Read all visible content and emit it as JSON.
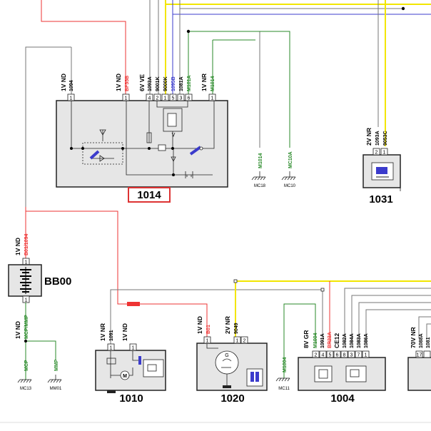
{
  "colors": {
    "red": "#ee3333",
    "yellow": "#f2e600",
    "blue": "#3b3bcc",
    "green": "#2a8a2a",
    "gray": "#777777",
    "frame": "#222222"
  },
  "components": {
    "c1014": {
      "id": "1014"
    },
    "c1031": {
      "id": "1031"
    },
    "cBB00": {
      "id": "BB00"
    },
    "c1010": {
      "id": "1010"
    },
    "c1020": {
      "id": "1020"
    },
    "c1004": {
      "id": "1004"
    }
  },
  "labels": {
    "l1014_1vnd_a": "1V ND",
    "l1094": "1094",
    "l1014_1vnd_b": "1V ND",
    "lBF55B": "BF55B",
    "l6vve": "6V VE",
    "l1093A": "1093A",
    "l9001K": "9001K",
    "l9000K": "9000K",
    "l1095B": "1095B",
    "l1081A": "1081A",
    "lM101A": "M101A",
    "l1vnr_1014": "1V NR",
    "lM1014_top": "M1014",
    "lM1014_gnd": "M1014",
    "lMC10A": "MC10A",
    "l2vnr_1031": "2V NR",
    "l1093A_1031": "1093A",
    "l9053C": "9053C",
    "lBB_1vnd_top": "1V ND",
    "lB01_1094": "B01/1094",
    "lBB_1vnd_bot": "1V ND",
    "lMCP_MMP": "MCP/MMP",
    "lMCP": "MCP",
    "lMMP": "MMP",
    "l1010_1vnr": "1V NR",
    "l1091": "1091",
    "l1010_1vnd": "1V ND",
    "l1020_1vnd": "1V ND",
    "lB01": "B01",
    "l2vnr_1020": "2V NR",
    "l9049": "9049",
    "lM1004": "M1004",
    "l8vgr": "8V GR",
    "lM1004_b": "M1004",
    "l1091A": "1091A",
    "lBR23A": "BR23A",
    "lCE12": "CE12",
    "l1082A": "1082A",
    "l1084A": "1084A",
    "l1083A": "1083A",
    "l1086A": "1086A",
    "l70vnr": "70V NR",
    "l1088A": "1088A",
    "l1081": "1081"
  },
  "grounds": {
    "MC18": "MC18",
    "MC10": "MC10",
    "MC13": "MC13",
    "MM01": "MM01",
    "MC11": "MC11"
  },
  "pins": {
    "p1014_a": "1",
    "p1014_b": "1",
    "p1014_c4": "4",
    "p1014_c2": "2",
    "p1014_c1": "1",
    "p1014_c5": "5",
    "p1014_c3": "3",
    "p1014_c6": "6",
    "p1014_d": "1",
    "p1031_2": "2",
    "p1031_1": "1",
    "pBB_top": "1",
    "pBB_bot": "1",
    "p1010_a": "1",
    "p1010_b": "1",
    "p1020_a": "1",
    "p1020_b1": "1",
    "p1020_b2": "2",
    "p1004_2": "2",
    "p1004_4": "4",
    "p1004_5": "5",
    "p1004_6": "6",
    "p1004_8": "8",
    "p1004_3": "3",
    "p1004_7": "7",
    "p1004_1": "1",
    "p70_17": "17"
  }
}
